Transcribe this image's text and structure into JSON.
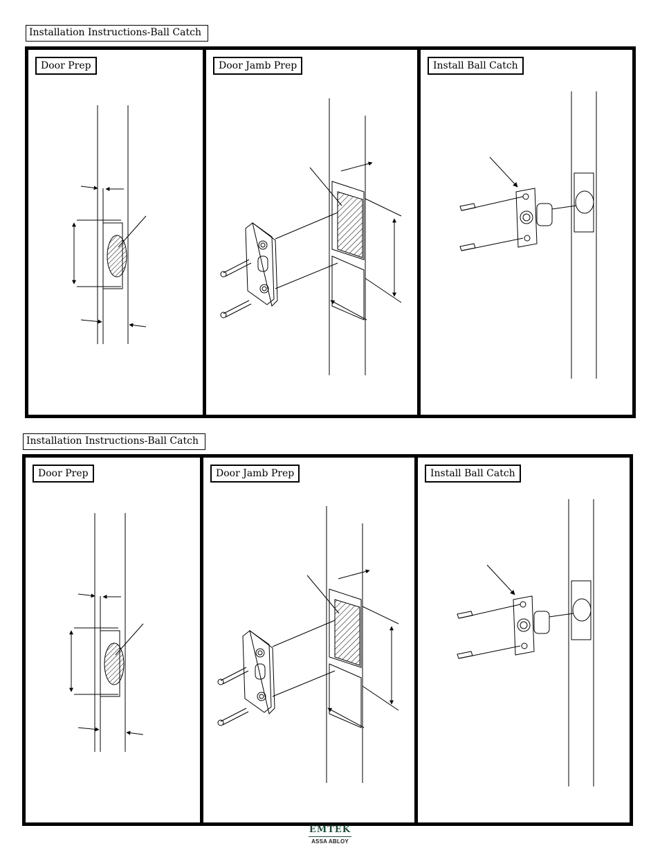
{
  "sections": [
    {
      "title": "Installation Instructions-Ball Catch",
      "panels": [
        {
          "label": "Door Prep"
        },
        {
          "label": "Door Jamb Prep"
        },
        {
          "label": "Install Ball Catch"
        }
      ]
    },
    {
      "title": "Installation Instructions-Ball Catch",
      "panels": [
        {
          "label": "Door Prep"
        },
        {
          "label": "Door Jamb Prep"
        },
        {
          "label": "Install Ball Catch"
        }
      ]
    }
  ],
  "footer": {
    "brand": "EMTEK",
    "parent_company": "ASSA ABLOY",
    "brand_color": "#1f4d3a"
  }
}
